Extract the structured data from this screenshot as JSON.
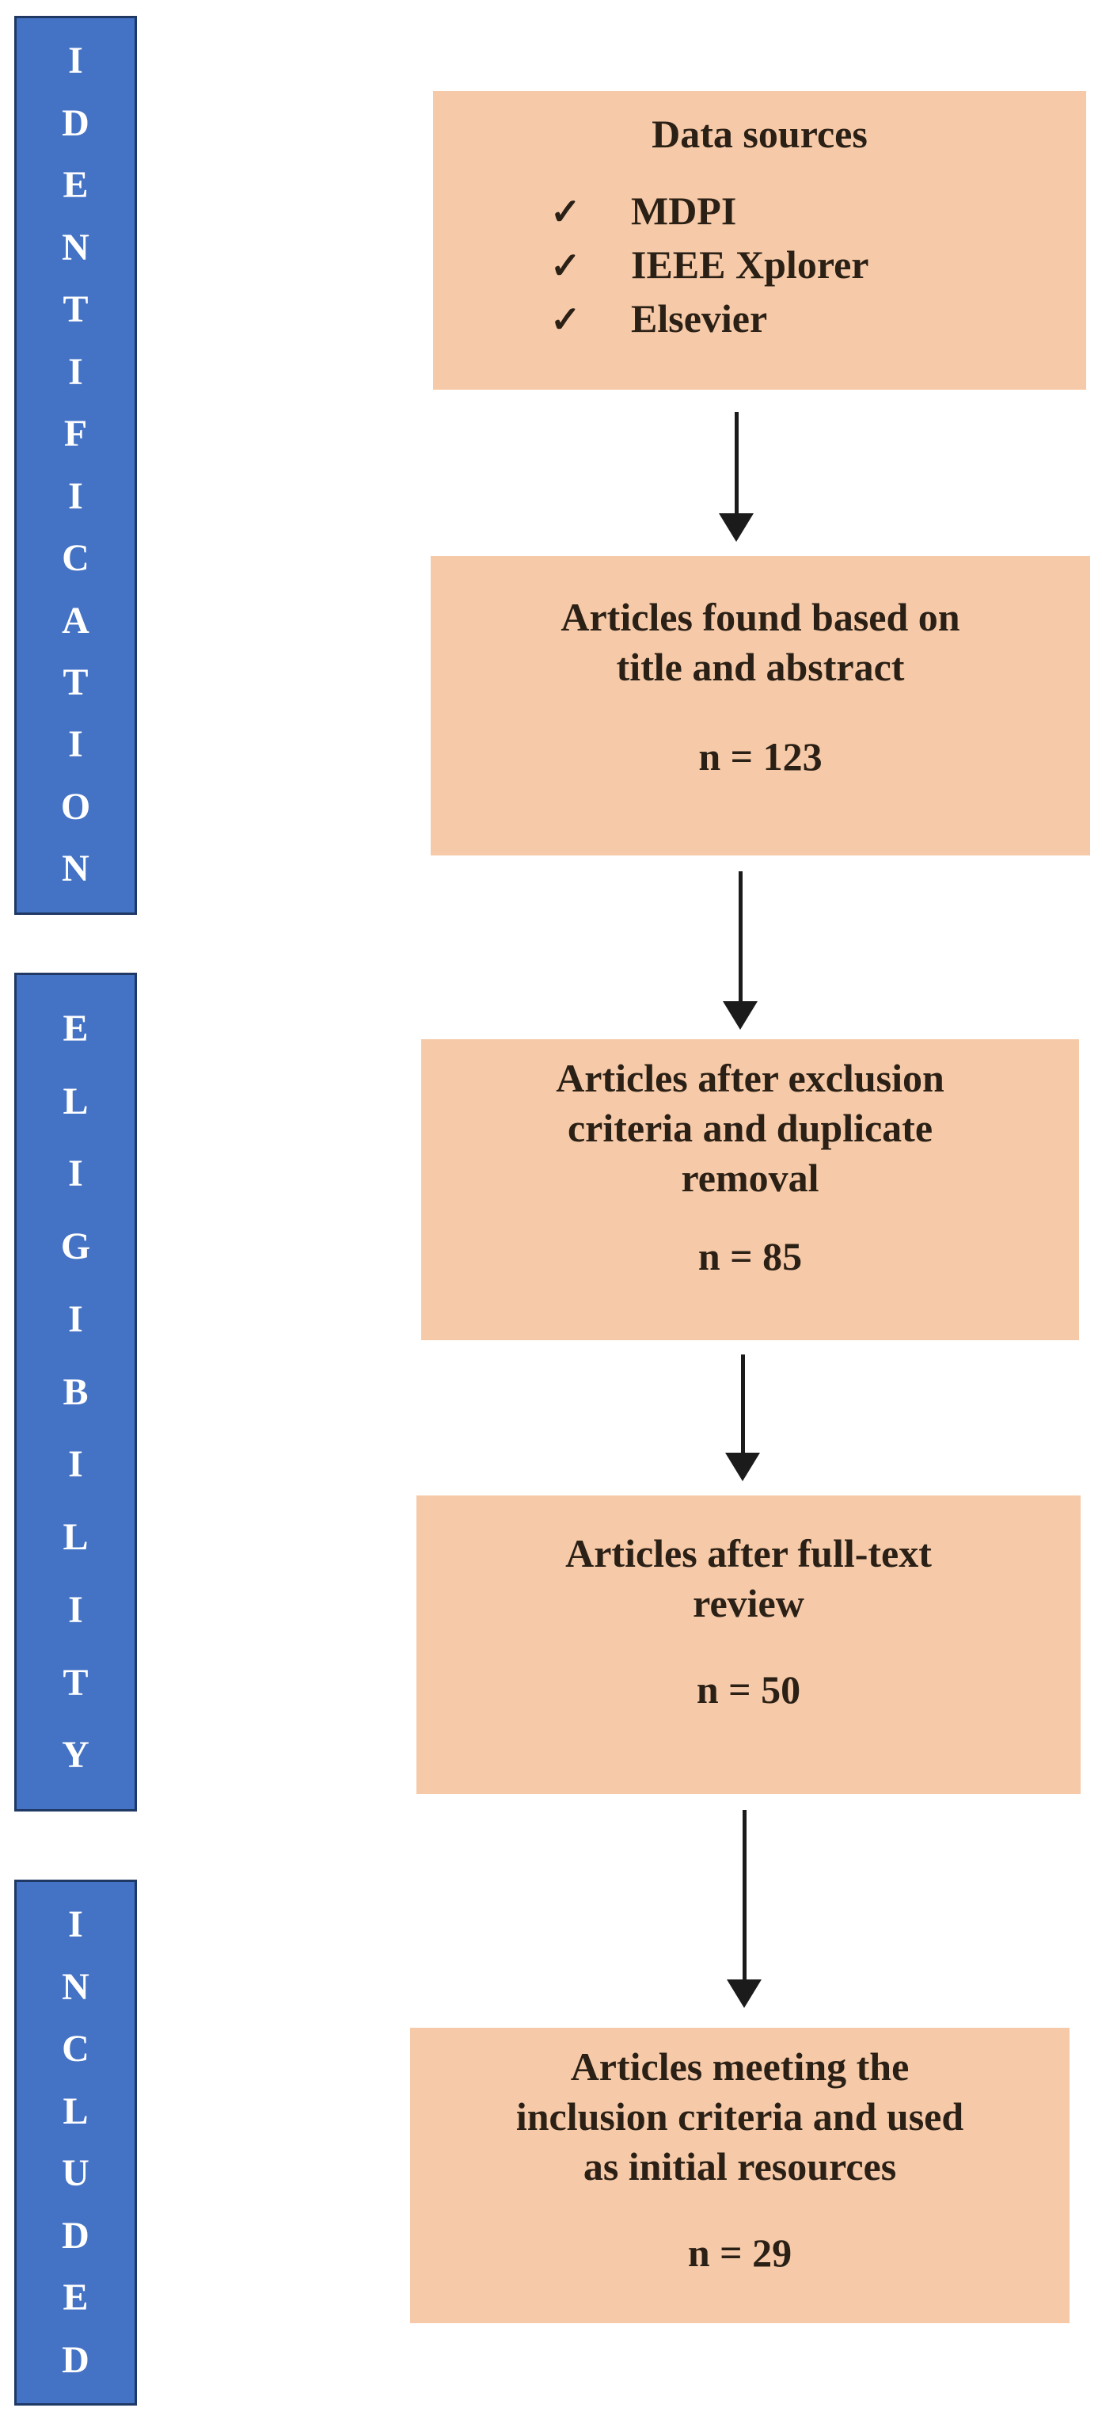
{
  "diagram": {
    "stages": [
      {
        "label": "IDENTIFICATION"
      },
      {
        "label": "ELIGIBILITY"
      },
      {
        "label": "INCLUDED"
      }
    ],
    "data_sources": {
      "title": "Data sources",
      "check_glyph": "✓",
      "items": [
        "MDPI",
        "IEEE Xplorer",
        "Elsevier"
      ]
    },
    "boxes": [
      {
        "lines": [
          "Articles found based on",
          "title and abstract"
        ],
        "count_label": "n = 123"
      },
      {
        "lines": [
          "Articles after exclusion",
          "criteria and duplicate",
          "removal"
        ],
        "count_label": "n = 85"
      },
      {
        "lines": [
          "Articles after full-text",
          "review"
        ],
        "count_label": "n = 50"
      },
      {
        "lines": [
          "Articles meeting the",
          "inclusion criteria and used",
          "as initial resources"
        ],
        "count_label": "n = 29"
      }
    ],
    "colors": {
      "stage_fill": "#4472C4",
      "stage_border": "#1F3864",
      "stage_text": "#FFFFFF",
      "box_fill": "#F6CAA8",
      "box_text": "#2B2016",
      "arrow": "#1B1B1B"
    }
  }
}
